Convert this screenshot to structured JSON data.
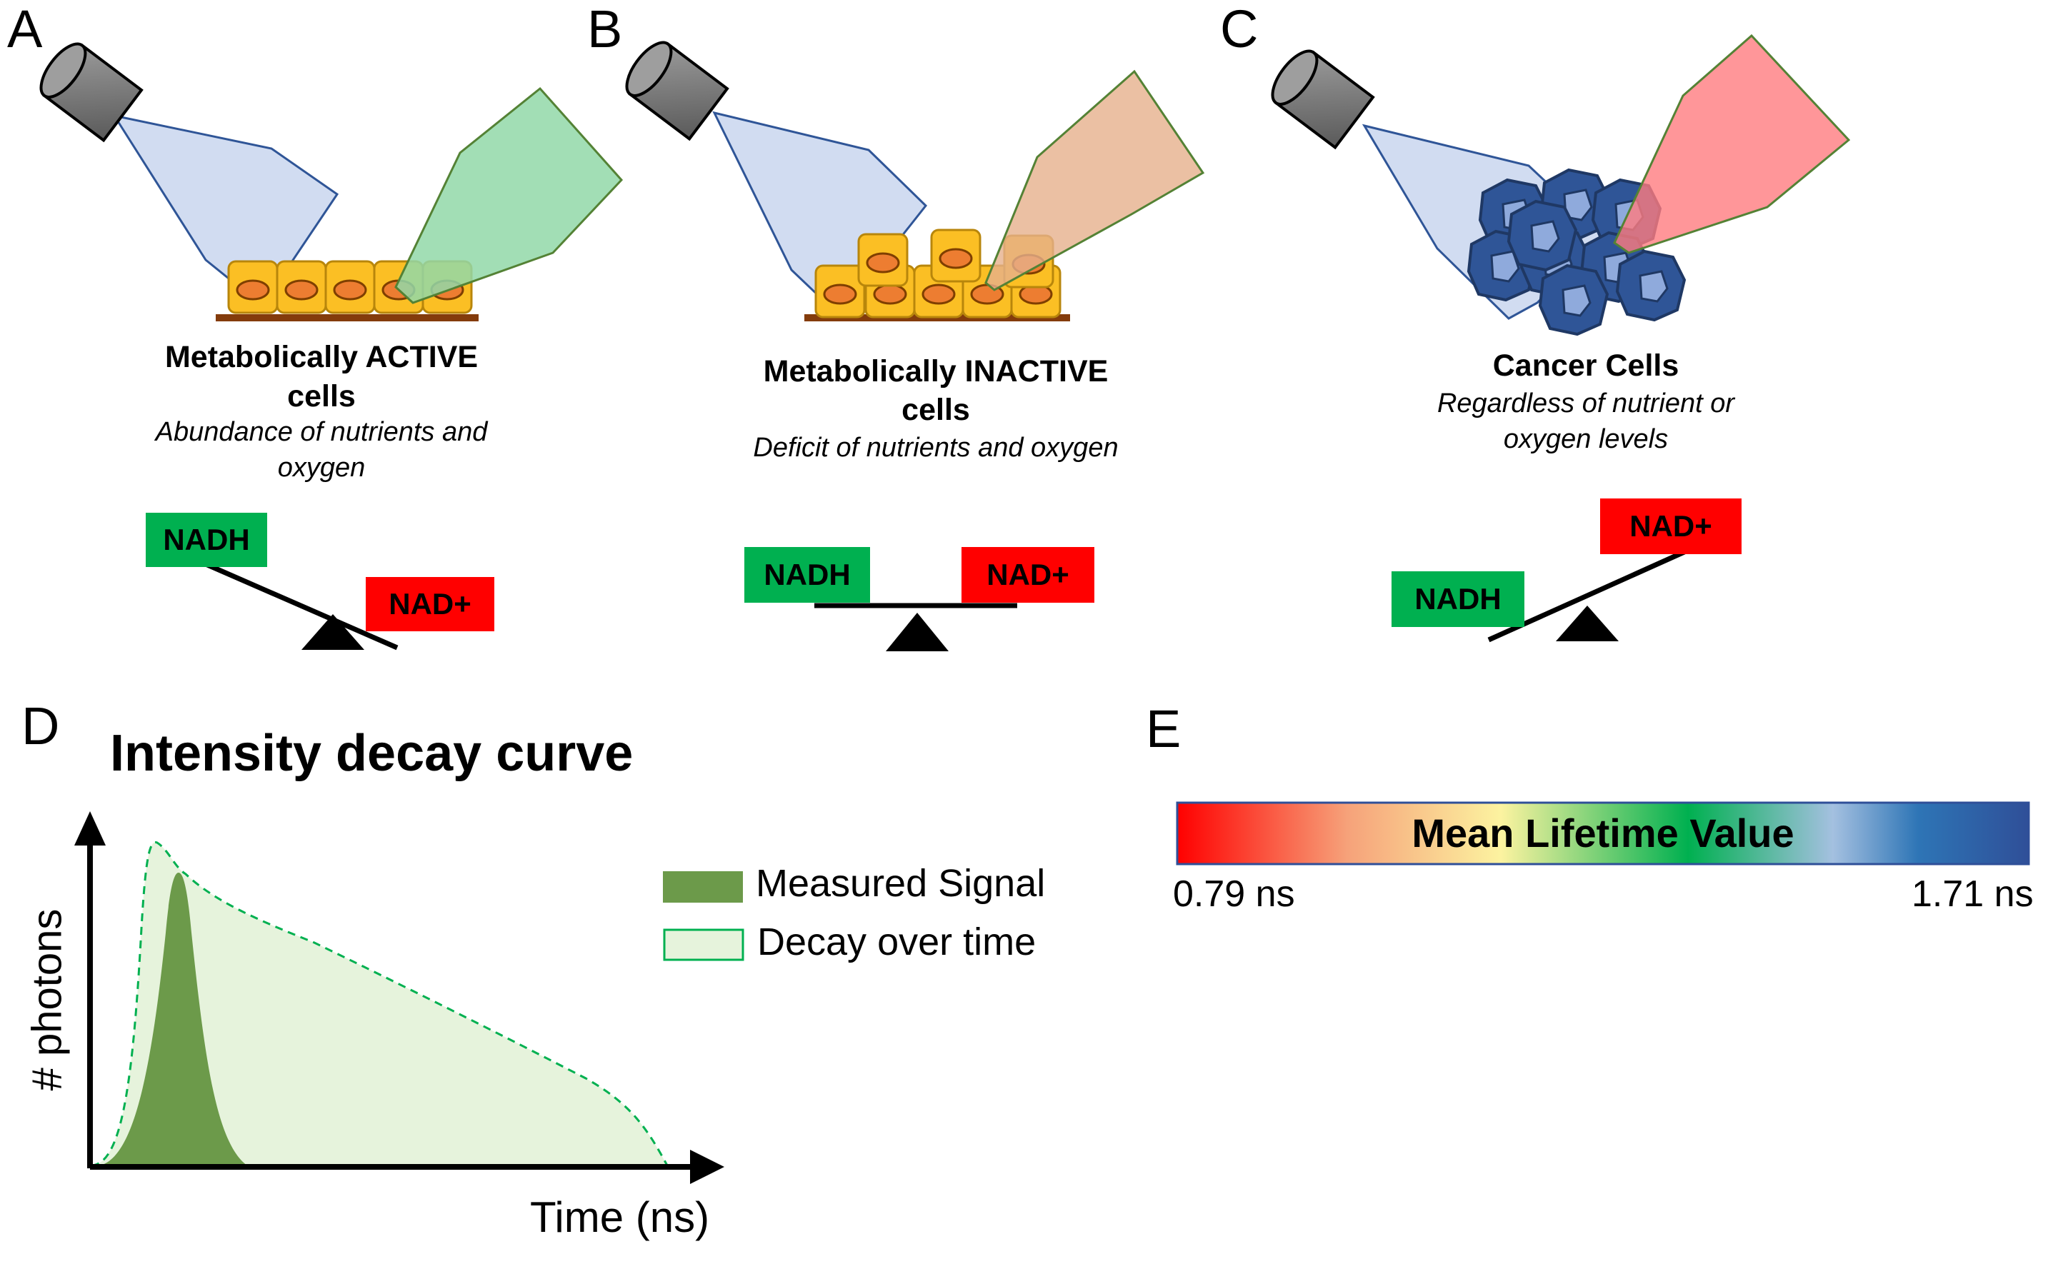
{
  "panels": {
    "a": {
      "letter": "A",
      "title_1": "Metabolically ACTIVE",
      "title_2": "cells",
      "sub_1": "Abundance of nutrients and",
      "sub_2": "oxygen",
      "nadh": "NADH",
      "nadplus": "NAD+"
    },
    "b": {
      "letter": "B",
      "title_1": "Metabolically INACTIVE",
      "title_2": "cells",
      "sub_1": "Deficit of nutrients and oxygen",
      "nadh": "NADH",
      "nadplus": "NAD+"
    },
    "c": {
      "letter": "C",
      "title_1": "Cancer Cells",
      "sub_1": "Regardless of nutrient or",
      "sub_2": "oxygen levels",
      "nadh": "NADH",
      "nadplus": "NAD+"
    },
    "d": {
      "letter": "D"
    },
    "e": {
      "letter": "E"
    }
  },
  "chart_data": {
    "type": "area",
    "title": "Intensity decay curve",
    "xlabel": "Time (ns)",
    "ylabel": "# photons",
    "series": [
      {
        "name": "Measured Signal",
        "color": "#6c9a4a"
      },
      {
        "name": "Decay over time",
        "color": "#e4f2dc"
      }
    ]
  },
  "colorbar": {
    "label": "Mean Lifetime Value",
    "min_label": "0.79 ns",
    "max_label": "1.71 ns",
    "colors": [
      "#ff0000",
      "#f6a27a",
      "#fcf3a0",
      "#00b050",
      "#a4c0e0",
      "#2e75b6",
      "#2f4f98"
    ]
  }
}
